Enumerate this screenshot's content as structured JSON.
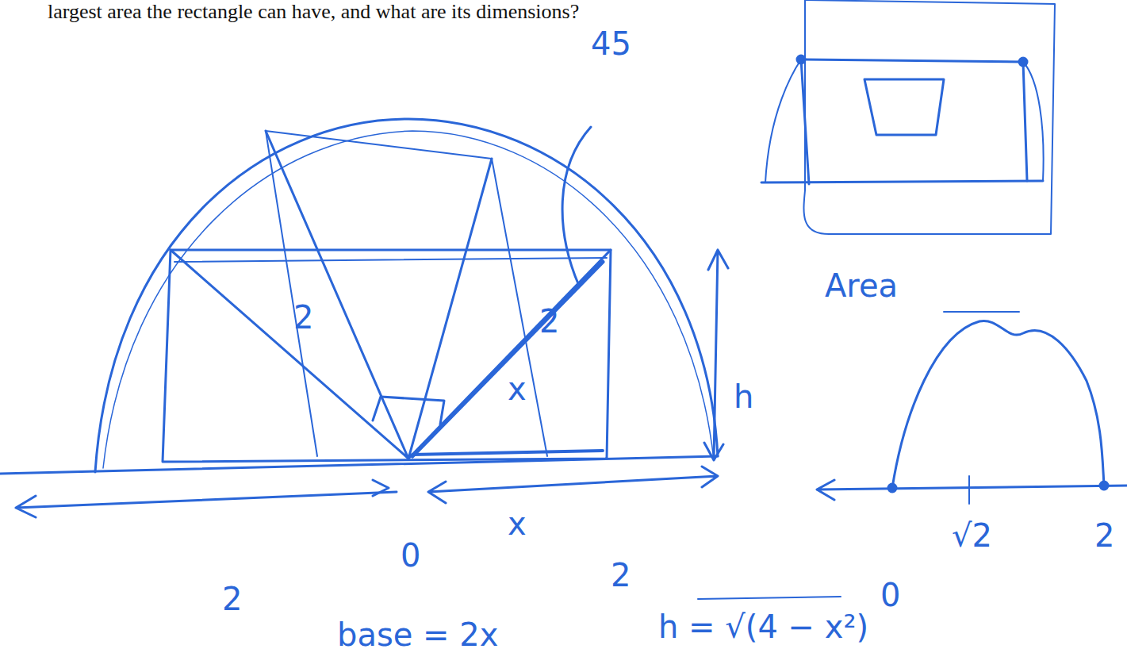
{
  "diagram": {
    "labels": [
      "largest area the rectangle can have, and what are its dimensions?",
      "2",
      "2",
      "x",
      "x",
      "2",
      "0",
      "2",
      "h",
      "45",
      "Area",
      "0",
      "√2",
      "2",
      "base = 2x",
      "h = √(4 − x²)"
    ]
  }
}
